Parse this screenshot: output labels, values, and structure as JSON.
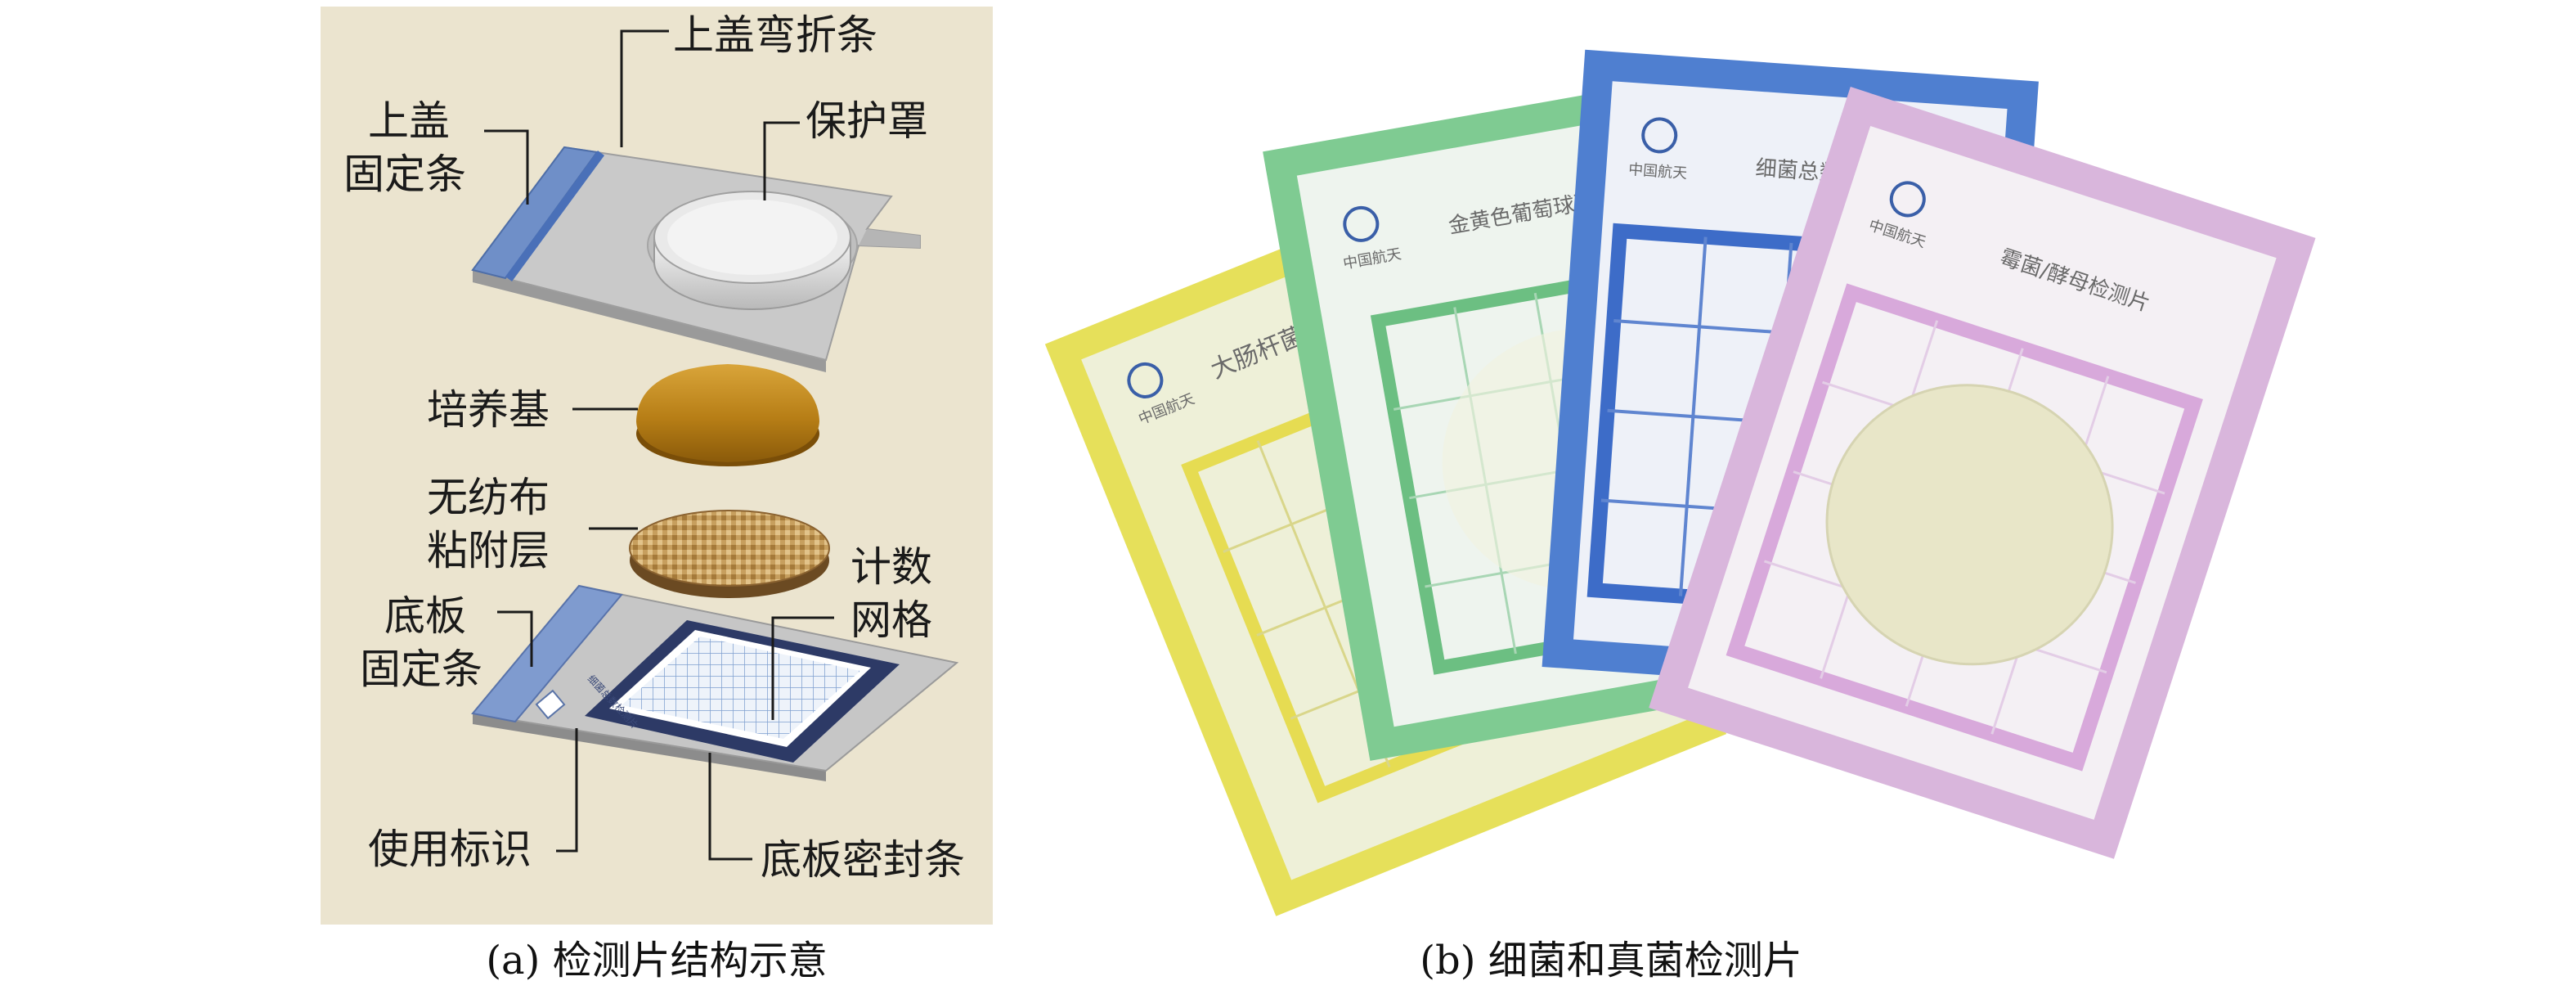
{
  "panel_a": {
    "labels": {
      "top_cover_fold_strip": "上盖弯折条",
      "top_cover_fix_line1": "上盖",
      "top_cover_fix_line2": "固定条",
      "protective_cover": "保护罩",
      "culture_medium": "培养基",
      "nonwoven_line1": "无纺布",
      "nonwoven_line2": "粘附层",
      "count_grid_line1": "计数",
      "count_grid_line2": "网格",
      "base_fix_line1": "底板",
      "base_fix_line2": "固定条",
      "usage_mark": "使用标识",
      "base_seal_strip": "底板密封条"
    },
    "caption": "(a) 检测片结构示意"
  },
  "panel_b": {
    "packets": [
      {
        "brand": "中国航天",
        "title": "大肠杆菌",
        "color": "#e8e25a"
      },
      {
        "brand": "中国航天",
        "title": "金黄色葡萄球菌",
        "color": "#7fcb92"
      },
      {
        "brand": "中国航天",
        "title": "细菌总数",
        "color": "#4f7fd0"
      },
      {
        "brand": "中国航天",
        "title": "霉菌/酵母检测片",
        "color": "#d9b6dc"
      }
    ],
    "caption": "(b) 细菌和真菌检测片"
  }
}
